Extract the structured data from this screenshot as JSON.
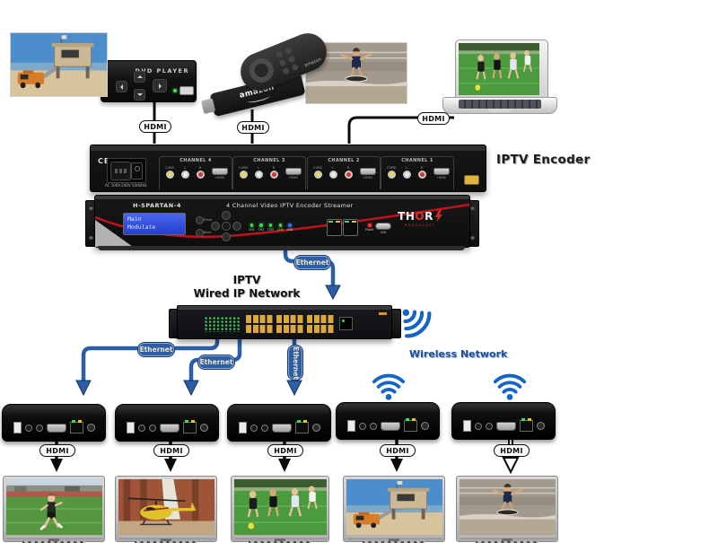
{
  "labels": {
    "hdmi": "HDMI",
    "ethernet": "Ethernet"
  },
  "headings": {
    "iptv_encoder": "IPTV Encoder",
    "network_line1": "IPTV",
    "network_line2": "Wired IP Network",
    "wireless": "Wireless Network"
  },
  "dvd": {
    "label": "DVD PLAYER"
  },
  "firestick": {
    "brand": "amazon"
  },
  "encoder": {
    "ce_mark": "CE",
    "ac_rating": "AC 100V-240V 50/60Hz",
    "channels": [
      "CHANNEL 4",
      "CHANNEL 3",
      "CHANNEL 2",
      "CHANNEL 1"
    ],
    "jacks": [
      "CVBS",
      "L",
      "R"
    ],
    "hdmi_port": "HDMI"
  },
  "streamer": {
    "model": "H-SPARTAN-4",
    "banner": "4 Channel Video IPTV Encoder Streamer",
    "lcd_line1": "Main",
    "lcd_line2": "Modulate",
    "btn_enter": "Enter",
    "btn_back": "Back",
    "led_labels": [
      "CH1",
      "CH2",
      "CH3",
      "CH4",
      "USB"
    ],
    "power_label": "Power",
    "usb_label": "USB",
    "brand_th": "TH",
    "brand_o": "O",
    "brand_r": "R",
    "brand_sub": "BROADCAST"
  },
  "colors": {
    "wire_blue": "#2b5ea7",
    "wire_black": "#0a0a0a",
    "led_green": "#35d04a",
    "port_yellow": "#dca83c",
    "thor_red": "#d42828",
    "lcd_blue": "#2f4fd8"
  }
}
